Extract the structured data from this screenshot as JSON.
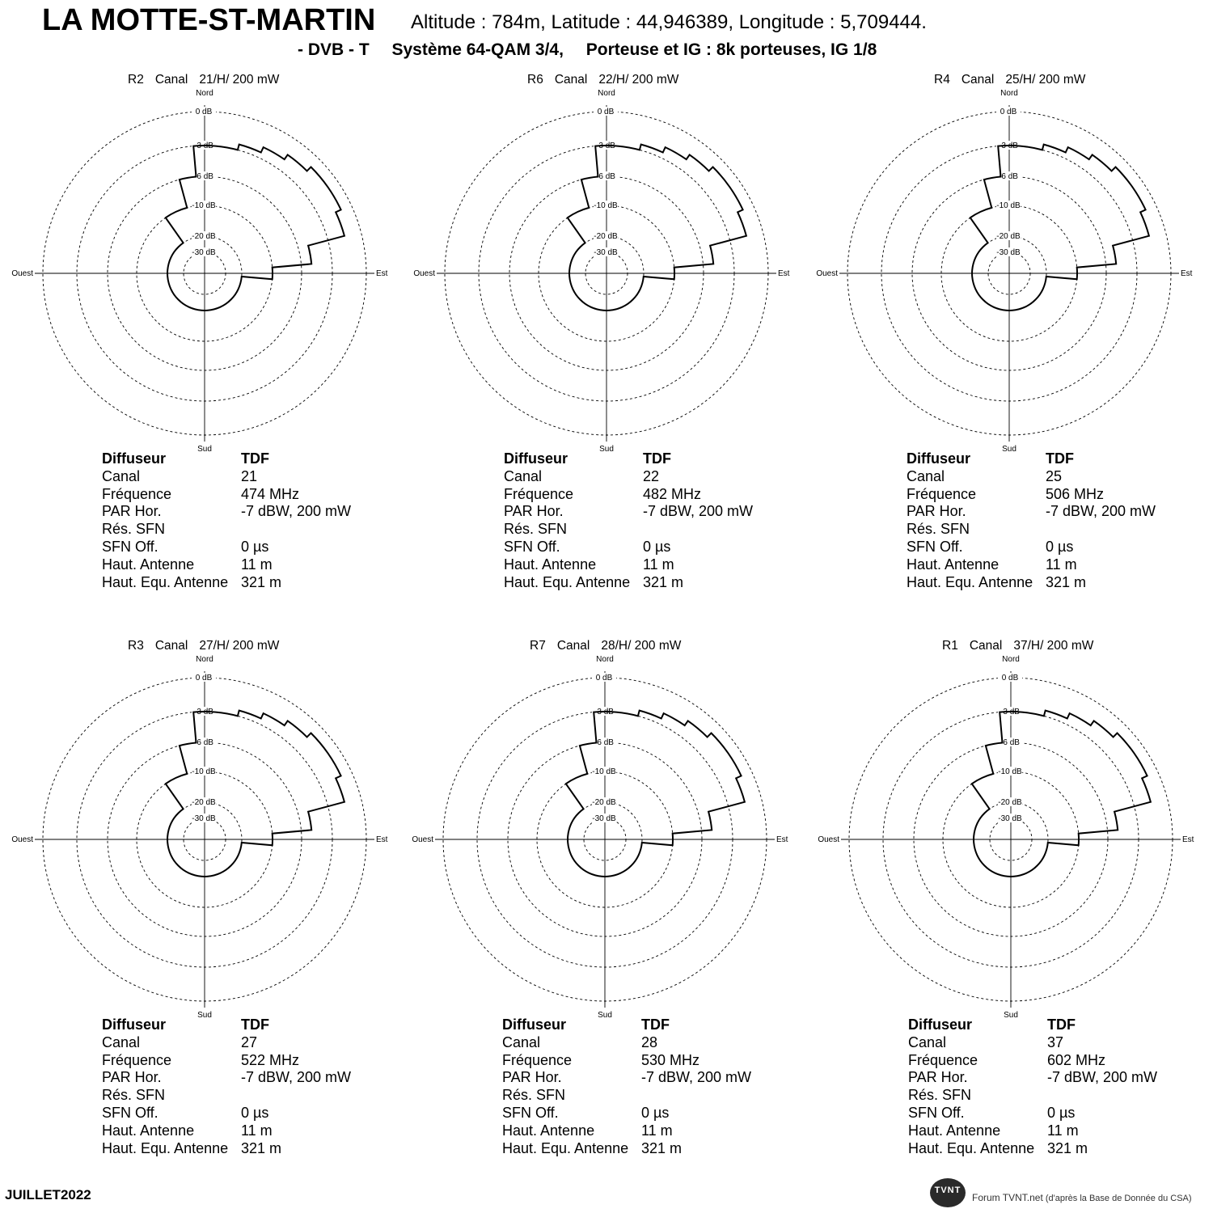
{
  "header": {
    "site_name": "LA MOTTE-ST-MARTIN",
    "altitude_label": "Altitude",
    "altitude_value": "784m",
    "latitude_label": "Latitude",
    "latitude_value": "44,946389",
    "longitude_label": "Longitude",
    "longitude_value": "5,709444.",
    "system_standard": "- DVB - T",
    "system_modulation": "Système 64-QAM 3/4,",
    "system_carriers": "Porteuse et IG : 8k porteuses, IG 1/8"
  },
  "common": {
    "directions": {
      "north": "Nord",
      "south": "Sud",
      "east": "Est",
      "west": "Ouest"
    },
    "ring_labels": [
      "0 dB",
      "-3 dB",
      "-6 dB",
      "-10 dB",
      "-20 dB",
      "-30 dB"
    ],
    "info_labels": {
      "broadcaster": "Diffuseur",
      "channel": "Canal",
      "frequency": "Fréquence",
      "erp": "PAR Hor.",
      "sfn_network": "Rés. SFN",
      "sfn_offset": "SFN Off.",
      "antenna_height": "Haut. Antenne",
      "antenna_equiv_height": "Haut. Equ. Antenne"
    }
  },
  "panels": [
    {
      "multiplex": "R2",
      "canal_label": "Canal",
      "canal_spec": "21/H/ 200 mW",
      "info": {
        "broadcaster": "TDF",
        "channel": "21",
        "frequency": "474 MHz",
        "erp": "-7 dBW, 200 mW",
        "sfn_network": "",
        "sfn_offset": "0 µs",
        "antenna_height": "11 m",
        "antenna_equiv_height": "321 m"
      }
    },
    {
      "multiplex": "R6",
      "canal_label": "Canal",
      "canal_spec": "22/H/ 200 mW",
      "info": {
        "broadcaster": "TDF",
        "channel": "22",
        "frequency": "482 MHz",
        "erp": "-7 dBW, 200 mW",
        "sfn_network": "",
        "sfn_offset": "0 µs",
        "antenna_height": "11 m",
        "antenna_equiv_height": "321 m"
      }
    },
    {
      "multiplex": "R4",
      "canal_label": "Canal",
      "canal_spec": "25/H/ 200 mW",
      "info": {
        "broadcaster": "TDF",
        "channel": "25",
        "frequency": "506 MHz",
        "erp": "-7 dBW, 200 mW",
        "sfn_network": "",
        "sfn_offset": "0 µs",
        "antenna_height": "11 m",
        "antenna_equiv_height": "321 m"
      }
    },
    {
      "multiplex": "R3",
      "canal_label": "Canal",
      "canal_spec": "27/H/ 200 mW",
      "info": {
        "broadcaster": "TDF",
        "channel": "27",
        "frequency": "522 MHz",
        "erp": "-7 dBW, 200 mW",
        "sfn_network": "",
        "sfn_offset": "0 µs",
        "antenna_height": "11 m",
        "antenna_equiv_height": "321 m"
      }
    },
    {
      "multiplex": "R7",
      "canal_label": "Canal",
      "canal_spec": "28/H/ 200 mW",
      "info": {
        "broadcaster": "TDF",
        "channel": "28",
        "frequency": "530 MHz",
        "erp": "-7 dBW, 200 mW",
        "sfn_network": "",
        "sfn_offset": "0 µs",
        "antenna_height": "11 m",
        "antenna_equiv_height": "321 m"
      }
    },
    {
      "multiplex": "R1",
      "canal_label": "Canal",
      "canal_spec": "37/H/ 200 mW",
      "info": {
        "broadcaster": "TDF",
        "channel": "37",
        "frequency": "602 MHz",
        "erp": "-7 dBW, 200 mW",
        "sfn_network": "",
        "sfn_offset": "0 µs",
        "antenna_height": "11 m",
        "antenna_equiv_height": "321 m"
      }
    }
  ],
  "chart_data": {
    "type": "polar",
    "radial_unit": "dB",
    "ring_levels_db": [
      0,
      -3,
      -6,
      -10,
      -20,
      -30
    ],
    "grid": "dashed circles",
    "pattern_attenuation_db": {
      "azimuth_deg": [
        0,
        10,
        20,
        30,
        40,
        50,
        60,
        70,
        80,
        90,
        100,
        110,
        120,
        130,
        140,
        150,
        160,
        170,
        180,
        190,
        200,
        210,
        220,
        230,
        240,
        250,
        260,
        270,
        280,
        290,
        300,
        310,
        320,
        330,
        340,
        350
      ],
      "attenuation_db": [
        -3,
        -3,
        -2.5,
        -2,
        -1.5,
        -1,
        -1,
        -1.5,
        -5,
        -10,
        -20,
        -20,
        -20,
        -20,
        -20,
        -20,
        -20,
        -20,
        -20,
        -20,
        -20,
        -20,
        -20,
        -20,
        -20,
        -20,
        -20,
        -20,
        -20,
        -20,
        -20,
        -20,
        -20,
        -10,
        -10,
        -6
      ]
    },
    "series": [
      {
        "name": "R2"
      },
      {
        "name": "R6"
      },
      {
        "name": "R4"
      },
      {
        "name": "R3"
      },
      {
        "name": "R7"
      },
      {
        "name": "R1"
      }
    ]
  },
  "footer": {
    "date": "JUILLET2022",
    "logo_text": "TVNT",
    "credit_brand": "Forum TVNT.net",
    "credit_rest": "(d'après la Base de Donnée du CSA)"
  }
}
